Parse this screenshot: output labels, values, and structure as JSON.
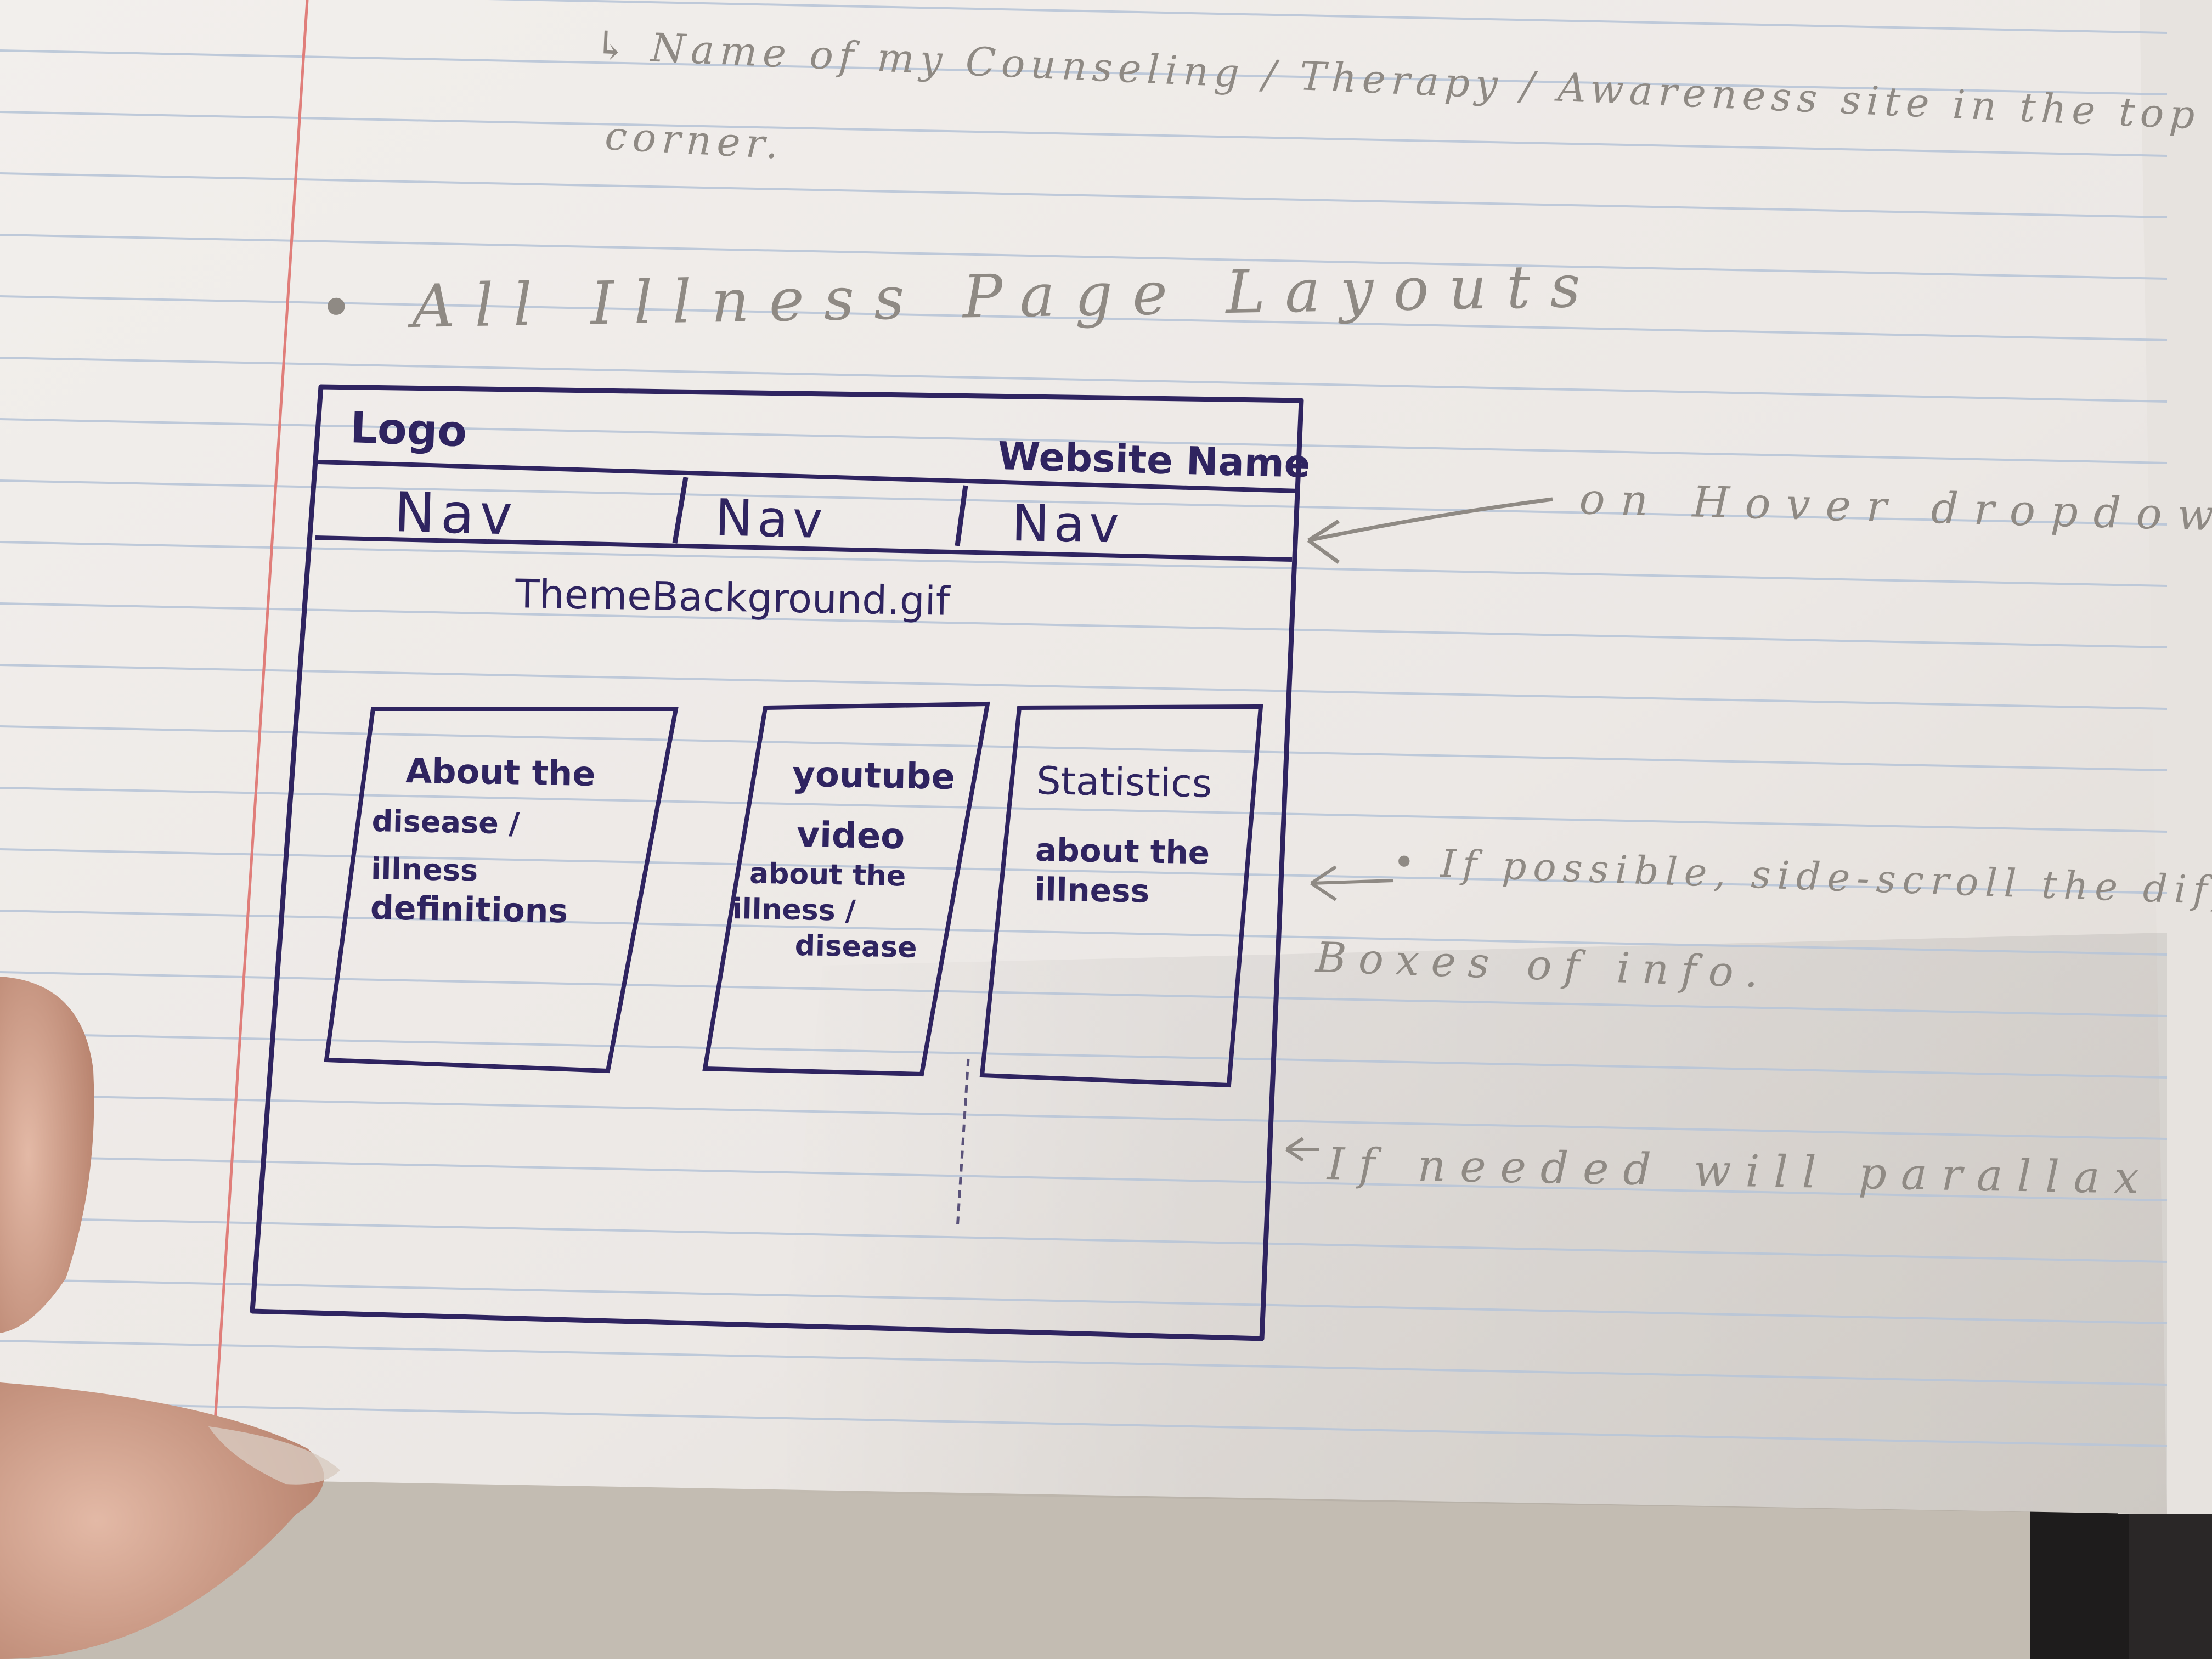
{
  "notes": {
    "top_line": "↳ Name of my Counseling / Therapy / Awareness site in the top right",
    "top_line2": "corner.",
    "heading": "• All Illness Page Layouts",
    "nav_annotation": "on Hover dropdown",
    "scroll_annotation": "• If possible, side-scroll the different",
    "scroll_annotation2": "Boxes of info.",
    "parallax_annotation": "If needed will parallax"
  },
  "wireframe": {
    "logo": "Logo",
    "website_name": "Website Name",
    "nav": [
      "Nav",
      "Nav",
      "Nav"
    ],
    "background": "ThemeBackground.gif",
    "boxes": [
      {
        "lines": [
          "About the",
          "disease /",
          "illness",
          "definitions"
        ]
      },
      {
        "lines": [
          "youtube",
          "video",
          "about the",
          "illness /",
          "disease"
        ]
      },
      {
        "lines": [
          "Statistics",
          "about the",
          "illness"
        ]
      }
    ]
  },
  "colors": {
    "paper": "#eeeae7",
    "rule": "#b9c6d8",
    "margin": "#e07e7a",
    "pen": "#2f2460",
    "pencil": "#8f8a84"
  }
}
